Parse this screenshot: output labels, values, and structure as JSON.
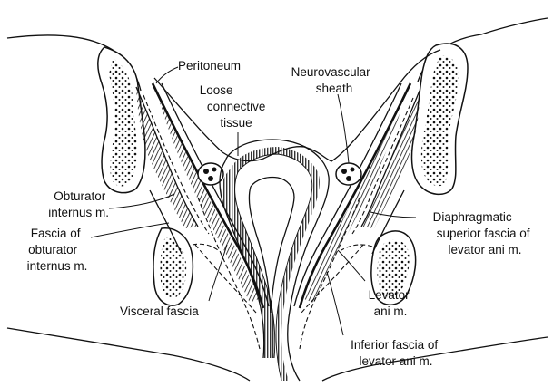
{
  "labels": {
    "peritoneum": "Peritoneum",
    "loose_connective_tissue": [
      "Loose",
      "connective",
      "tissue"
    ],
    "neurovascular_sheath": [
      "Neurovascular",
      "sheath"
    ],
    "obturator_internus": [
      "Obturator",
      "internus m."
    ],
    "fascia_of_obturator_internus": [
      "Fascia of",
      "obturator",
      "internus m."
    ],
    "diaphragmatic_superior_fascia": [
      "Diaphragmatic",
      "superior fascia of",
      "levator ani m."
    ],
    "levator_ani": [
      "Levator",
      "ani m."
    ],
    "visceral_fascia": "Visceral fascia",
    "inferior_fascia": [
      "Inferior fascia of",
      "levator ani m."
    ]
  }
}
